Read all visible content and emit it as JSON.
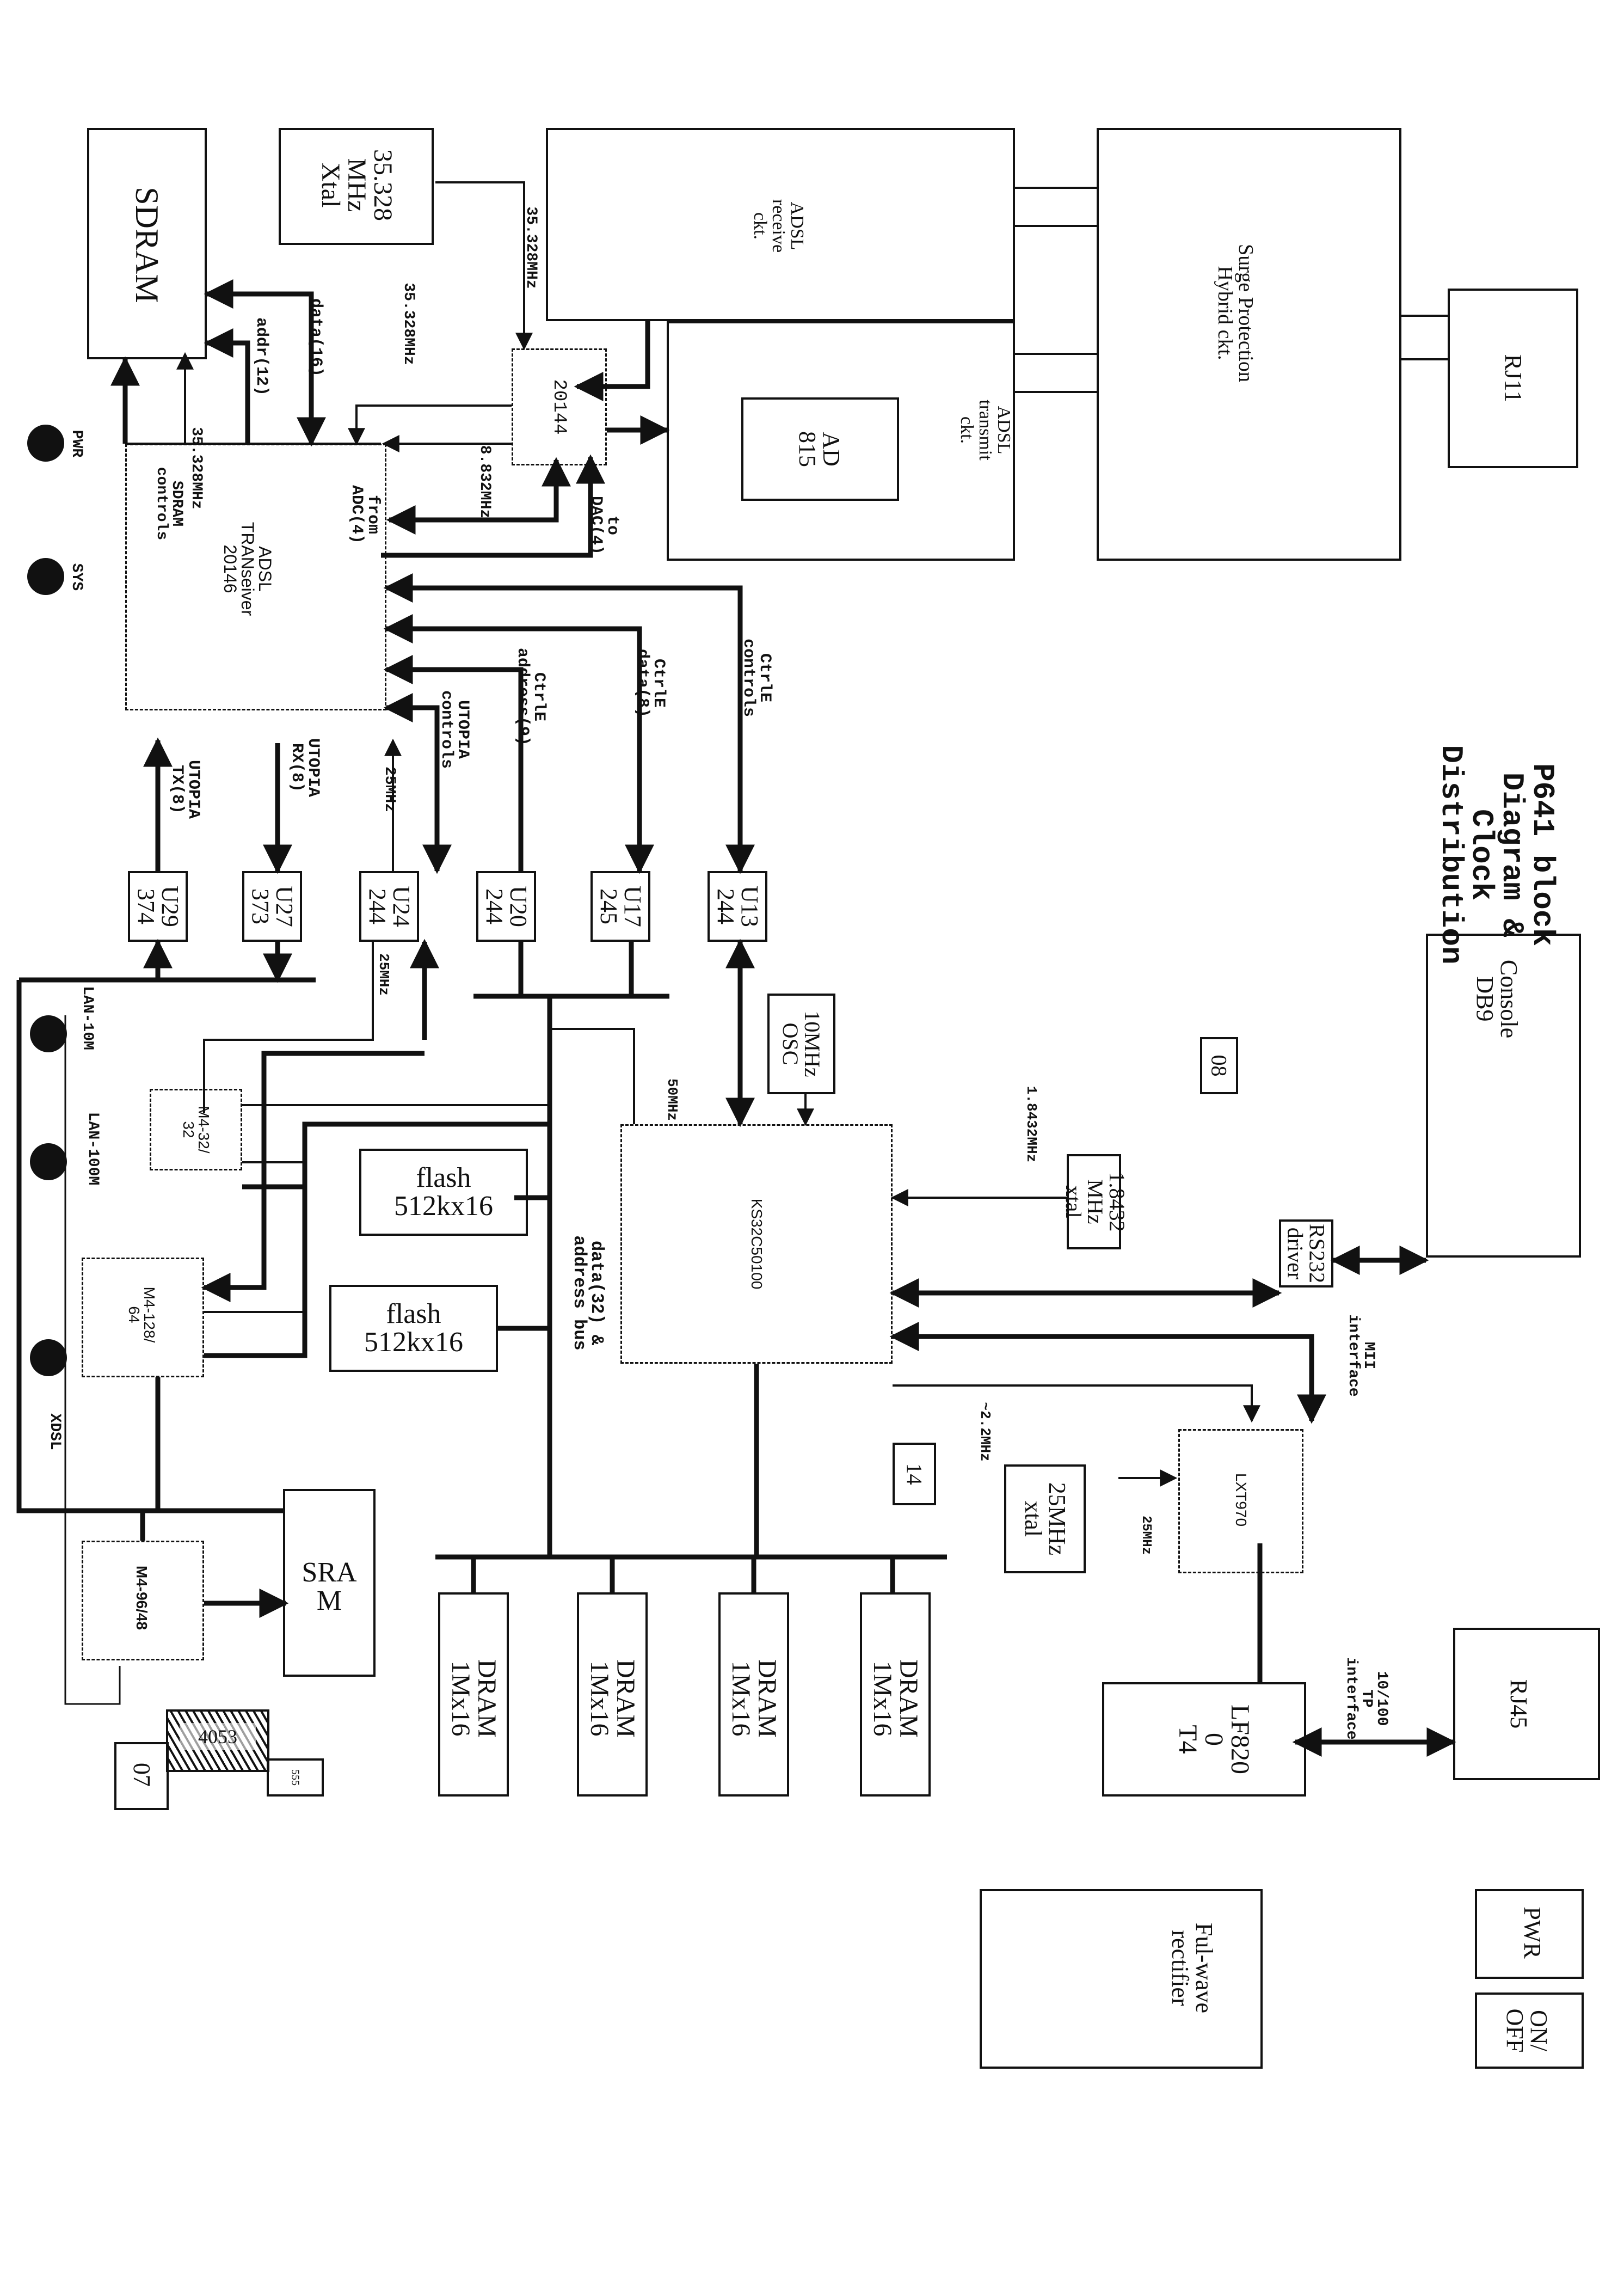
{
  "title": {
    "line1": "P641 block",
    "line2": "Diagram &",
    "line3": "Clock",
    "line4": "Distribution"
  },
  "blocks": {
    "sdram": "SDRAM",
    "xtal_35": "35.328\nMHz\nXtal",
    "adsl_receive": "ADSL\nreceive\nckt.",
    "adsl_transmit": "ADSL\ntransmit\nckt.",
    "ad815": "AD\n815",
    "surge": "Surge Protection\nHybrid ckt.",
    "rj11": "RJ11",
    "chip_20144": "20144",
    "adsl_transceiver": "ADSL\nTRANseiver\n20146",
    "u29": "U29\n374",
    "u27": "U27\n373",
    "u24": "U24\n244",
    "u20": "U20\n244",
    "u17": "U17\n245",
    "u13": "U13\n244",
    "osc_10": "10MHz\nOSC",
    "box_08": "08",
    "console": "Console\nDB9",
    "xtal_18432": "1.8432\nMHz\nxtal",
    "rs232": "RS232\ndriver",
    "cpu": "KS32C50100",
    "m4_32": "M4-32/\n32",
    "m4_128": "M4-128/\n64",
    "m4_96": "M4-96/48",
    "flash1": "flash\n512kx16",
    "flash2": "flash\n512kx16",
    "sram": "SRA\nM",
    "box_14": "14",
    "xtal_25": "25MHz\nxtal",
    "lxt970": "LXT970",
    "lf8200": "LF820\n0\nT4",
    "rj45": "RJ45",
    "dram": [
      "DRAM\n1Mx16",
      "DRAM\n1Mx16",
      "DRAM\n1Mx16",
      "DRAM\n1Mx16"
    ],
    "chip_4053": "4053",
    "box_07": "07",
    "chip_555": "555",
    "rectifier": "Ful-wave\nrectifier",
    "pwr": "PWR",
    "onoff": "ON/\nOFF"
  },
  "signals": {
    "clk_35_a": "35.328MHz",
    "clk_35_b": "35.328MHz",
    "clk_35_c": "35.328MHz",
    "clk_8832": "8.832MHz",
    "data16": "data(16)",
    "addr12": "addr(12)",
    "sdram_controls": "SDRAM\ncontrols",
    "from_adc": "from\nADC(4)",
    "to_dac": "to\nDAC(4)",
    "ctrle_controls": "CtrlE\ncontrols",
    "ctrle_data": "CtrlE\ndata(8)",
    "ctrle_address": "CtrlE\naddress(9)",
    "utopia_controls": "UTOPIA\ncontrols",
    "clk_25_a": "25MHz",
    "utopia_rx": "UTOPIA\nRX(8)",
    "utopia_tx": "UTOPIA\nTX(8)",
    "clk_25_b": "25MHz",
    "clk_50": "50MHz",
    "clk_18432": "1.8432MHz",
    "data_addr_bus": "data(32) &\naddress bus",
    "clk_22": "~2.2MHz",
    "clk_25_c": "25MHz",
    "mii": "MII\ninterface",
    "tp": "10/100\nTP\ninterface"
  },
  "leds": [
    "PWR",
    "SYS",
    "LAN-10M",
    "LAN-100M",
    "XDSL"
  ]
}
